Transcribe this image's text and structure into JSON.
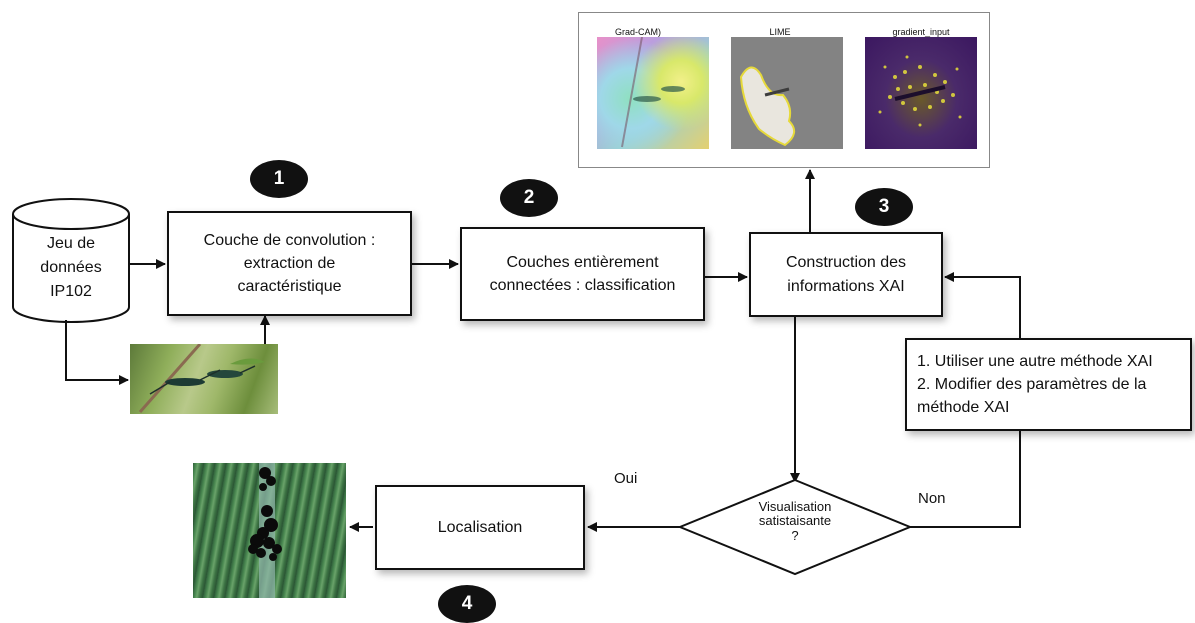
{
  "dataset": {
    "line1": "Jeu de",
    "line2": "données",
    "line3": "IP102"
  },
  "conv": {
    "line1": "Couche de convolution :",
    "line2": "extraction de",
    "line3": "caractéristique"
  },
  "fc": {
    "line1": "Couches entièrement",
    "line2": "connectées : classification"
  },
  "xai_build": {
    "line1": "Construction des",
    "line2": "informations XAI"
  },
  "options": {
    "line1": "1. Utiliser une autre méthode XAI",
    "line2": "2. Modifier des paramètres de la",
    "line3": "méthode XAI"
  },
  "decision": {
    "line1": "Visualisation",
    "line2": "satistaisante",
    "line3": "?"
  },
  "localisation": {
    "label": "Localisation"
  },
  "edges": {
    "yes": "Oui",
    "no": "Non"
  },
  "badges": {
    "b1": "1",
    "b2": "2",
    "b3": "3",
    "b4": "4"
  },
  "xai_panel": {
    "title1": "Grad-CAM)",
    "title2": "LIME",
    "title3": "gradient_input"
  }
}
